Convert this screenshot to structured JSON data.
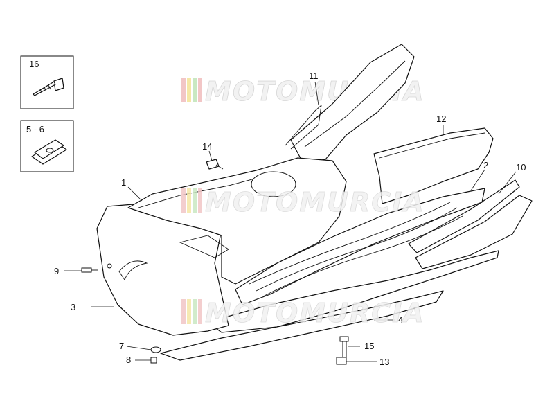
{
  "diagram": {
    "insets": [
      {
        "id": "inset-fastener-screw",
        "label": "16",
        "icon": "self-tapping-screw-icon"
      },
      {
        "id": "inset-speed-nut",
        "label": "5 - 6",
        "icon": "spring-clip-nut-icon"
      }
    ],
    "callouts": [
      "1",
      "2",
      "3",
      "4",
      "7",
      "8",
      "9",
      "10",
      "11",
      "12",
      "13",
      "14",
      "15"
    ],
    "watermark": {
      "text": "MOTOMURCIA",
      "stripe_colors": [
        "#f2c6c6",
        "#f5e7a6",
        "#c9e8c2",
        "#f2c6c6"
      ]
    }
  }
}
